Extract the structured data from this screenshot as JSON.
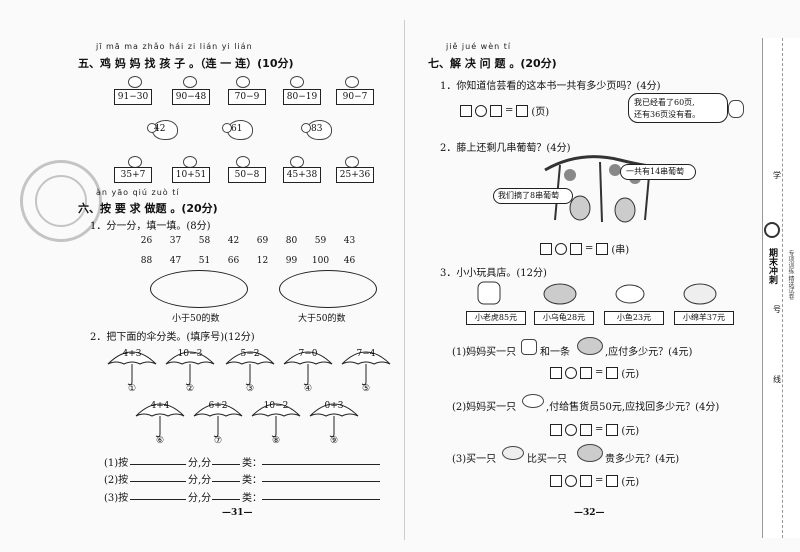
{
  "left": {
    "sec5_pinyin": "jī mā ma zhǎo hái zi        lián yi lián",
    "sec5_title": "五、鸡 妈 妈 找 孩 子 。（连 一 连）(10分)",
    "top_boxes": [
      "91−30",
      "90−48",
      "70−9",
      "80−19",
      "90−7"
    ],
    "hens": [
      "42",
      "61",
      "83"
    ],
    "bottom_boxes": [
      "35+7",
      "10+51",
      "50−8",
      "45+38",
      "25+36"
    ],
    "sec6_pinyin": "àn yāo qiú zuò  tí",
    "sec6_title": "六、按 要 求 做题 。(20分)",
    "q1": "1．分一分，填一填。(8分)",
    "nums1": [
      "26",
      "37",
      "58",
      "42",
      "69",
      "80",
      "59",
      "43"
    ],
    "nums2": [
      "88",
      "47",
      "51",
      "66",
      "12",
      "99",
      "100",
      "46"
    ],
    "lt50": "小于50的数",
    "gt50": "大于50的数",
    "q2": "2．把下面的伞分类。(填序号)(12分)",
    "umbrellas": [
      {
        "e": "4+3",
        "n": "①"
      },
      {
        "e": "10−3",
        "n": "②"
      },
      {
        "e": "5−2",
        "n": "③"
      },
      {
        "e": "7−0",
        "n": "④"
      },
      {
        "e": "7−4",
        "n": "⑤"
      },
      {
        "e": "4+4",
        "n": "⑥"
      },
      {
        "e": "6+2",
        "n": "⑦"
      },
      {
        "e": "10−2",
        "n": "⑧"
      },
      {
        "e": "0+3",
        "n": "⑨"
      }
    ],
    "fill_lines": [
      "(1)按",
      "(2)按",
      "(3)按"
    ],
    "fen": "分,分",
    "lei": "类：",
    "page_no": "—31—"
  },
  "right": {
    "sec7_pinyin": "jiě jué wèn  tí",
    "sec7_title": "七、解 决 问 题 。(20分)",
    "q1": "1．你知道信芸看的这本书一共有多少页吗？(4分)",
    "q1_unit": "(页)",
    "bubble1a": "我已经看了60页,",
    "bubble1b": "还有36页没有看。",
    "q2": "2．藤上还剩几串葡萄？(4分)",
    "bubble2": "一共有14串葡萄",
    "bubble3": "我们摘了8串葡萄",
    "q2_unit": "(串)",
    "q3": "3．小小玩具店。(12分)",
    "prices": [
      "小老虎85元",
      "小乌龟28元",
      "小鱼23元",
      "小绵羊37元"
    ],
    "sub1a": "(1)妈妈买一只",
    "sub1b": "和一条",
    "sub1c": ",应付多少元？(4元)",
    "sub2a": "(2)妈妈买一只",
    "sub2b": ",付给售货员50元,应找回多少元？(4分)",
    "sub3a": "(3)买一只",
    "sub3b": "比买一只",
    "sub3c": "贵多少元？(4元)",
    "yuan": "(元)",
    "page_no": "—32—"
  },
  "side": {
    "brand": "期末冲刺",
    "xue": "学",
    "hao": "号",
    "xian": "线",
    "small": "专项训练 精选试卷"
  }
}
